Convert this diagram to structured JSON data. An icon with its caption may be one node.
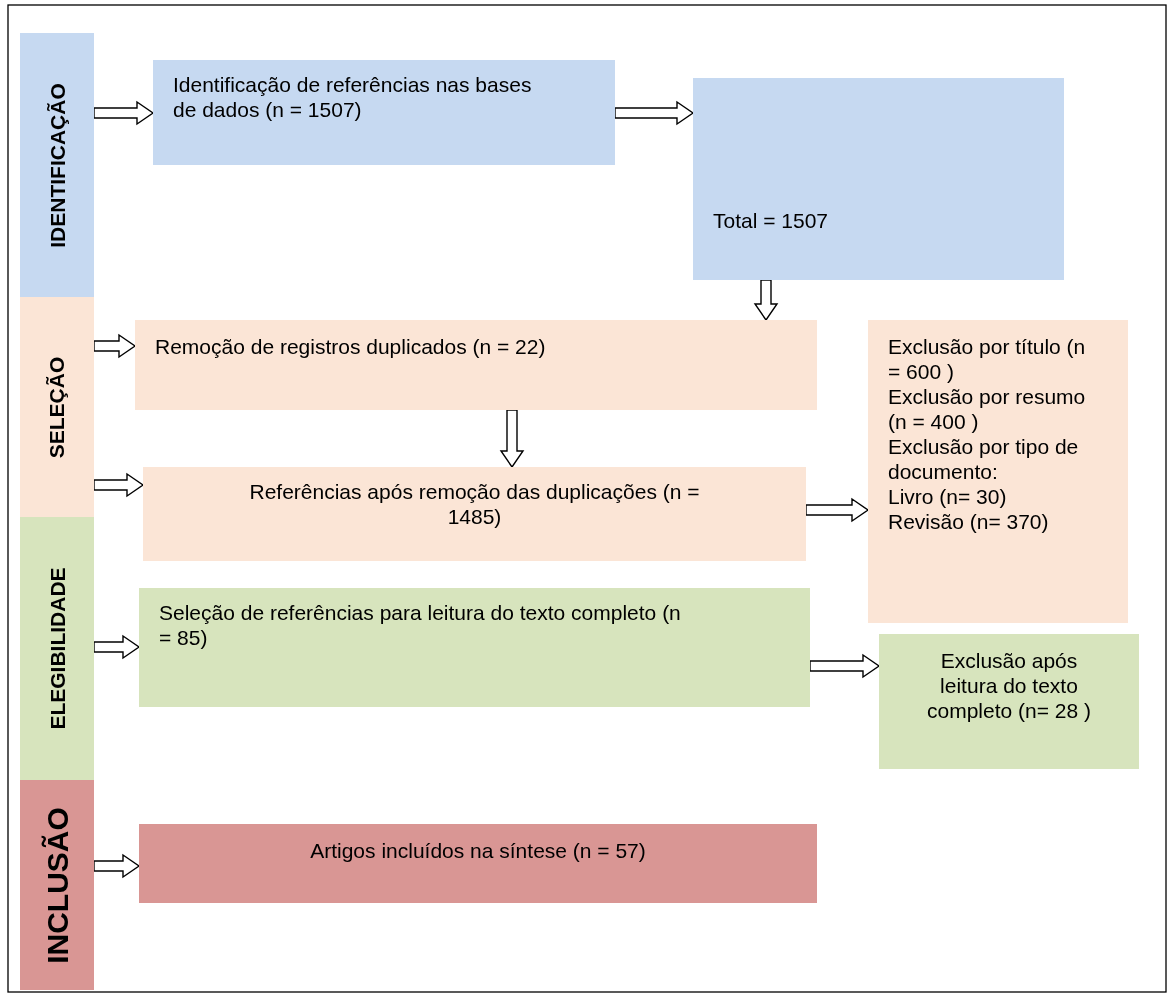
{
  "diagram": {
    "nodes": [
      {
        "text": [
          "IDENTIFICAÇÃO"
        ]
      },
      {
        "text": [
          "Identificação de referências nas bases de dados (n = 1507)"
        ]
      },
      {
        "text": [
          "Total = 1507"
        ]
      },
      {
        "text": [
          "SELEÇÃO"
        ]
      },
      {
        "text": [
          "Remoção de registros duplicados (n = 22)"
        ]
      },
      {
        "text": [
          "Referências após remoção das duplicações (n = 1485)"
        ]
      },
      {
        "text": [
          "Exclusão por título (n = 600 )",
          "Exclusão por resumo (n = 400 )",
          "Exclusão por tipo de documento:",
          "Livro (n= 30)",
          "Revisão (n= 370)"
        ]
      },
      {
        "text": [
          "ELEGIBILIDADE"
        ]
      },
      {
        "text": [
          "Seleção de referências para leitura do texto completo (n = 85)"
        ]
      },
      {
        "text": [
          "Exclusão após leitura do texto completo (n= 28 )"
        ]
      },
      {
        "text": [
          "INCLUSÃO"
        ]
      },
      {
        "text": [
          "Artigos incluídos na síntese  (n = 57)"
        ]
      }
    ],
    "edges": [
      {
        "from": 0,
        "to": 1,
        "arrow": "to"
      },
      {
        "from": 1,
        "to": 2,
        "arrow": "to"
      },
      {
        "from": 2,
        "to": 4,
        "arrow": "to"
      },
      {
        "from": 3,
        "to": 4,
        "arrow": "to"
      },
      {
        "from": 4,
        "to": 5,
        "arrow": "to"
      },
      {
        "from": 3,
        "to": 5,
        "arrow": "to"
      },
      {
        "from": 5,
        "to": 6,
        "arrow": "to"
      },
      {
        "from": 7,
        "to": 8,
        "arrow": "to"
      },
      {
        "from": 8,
        "to": 9,
        "arrow": "to"
      },
      {
        "from": 10,
        "to": 11,
        "arrow": "to"
      }
    ]
  }
}
